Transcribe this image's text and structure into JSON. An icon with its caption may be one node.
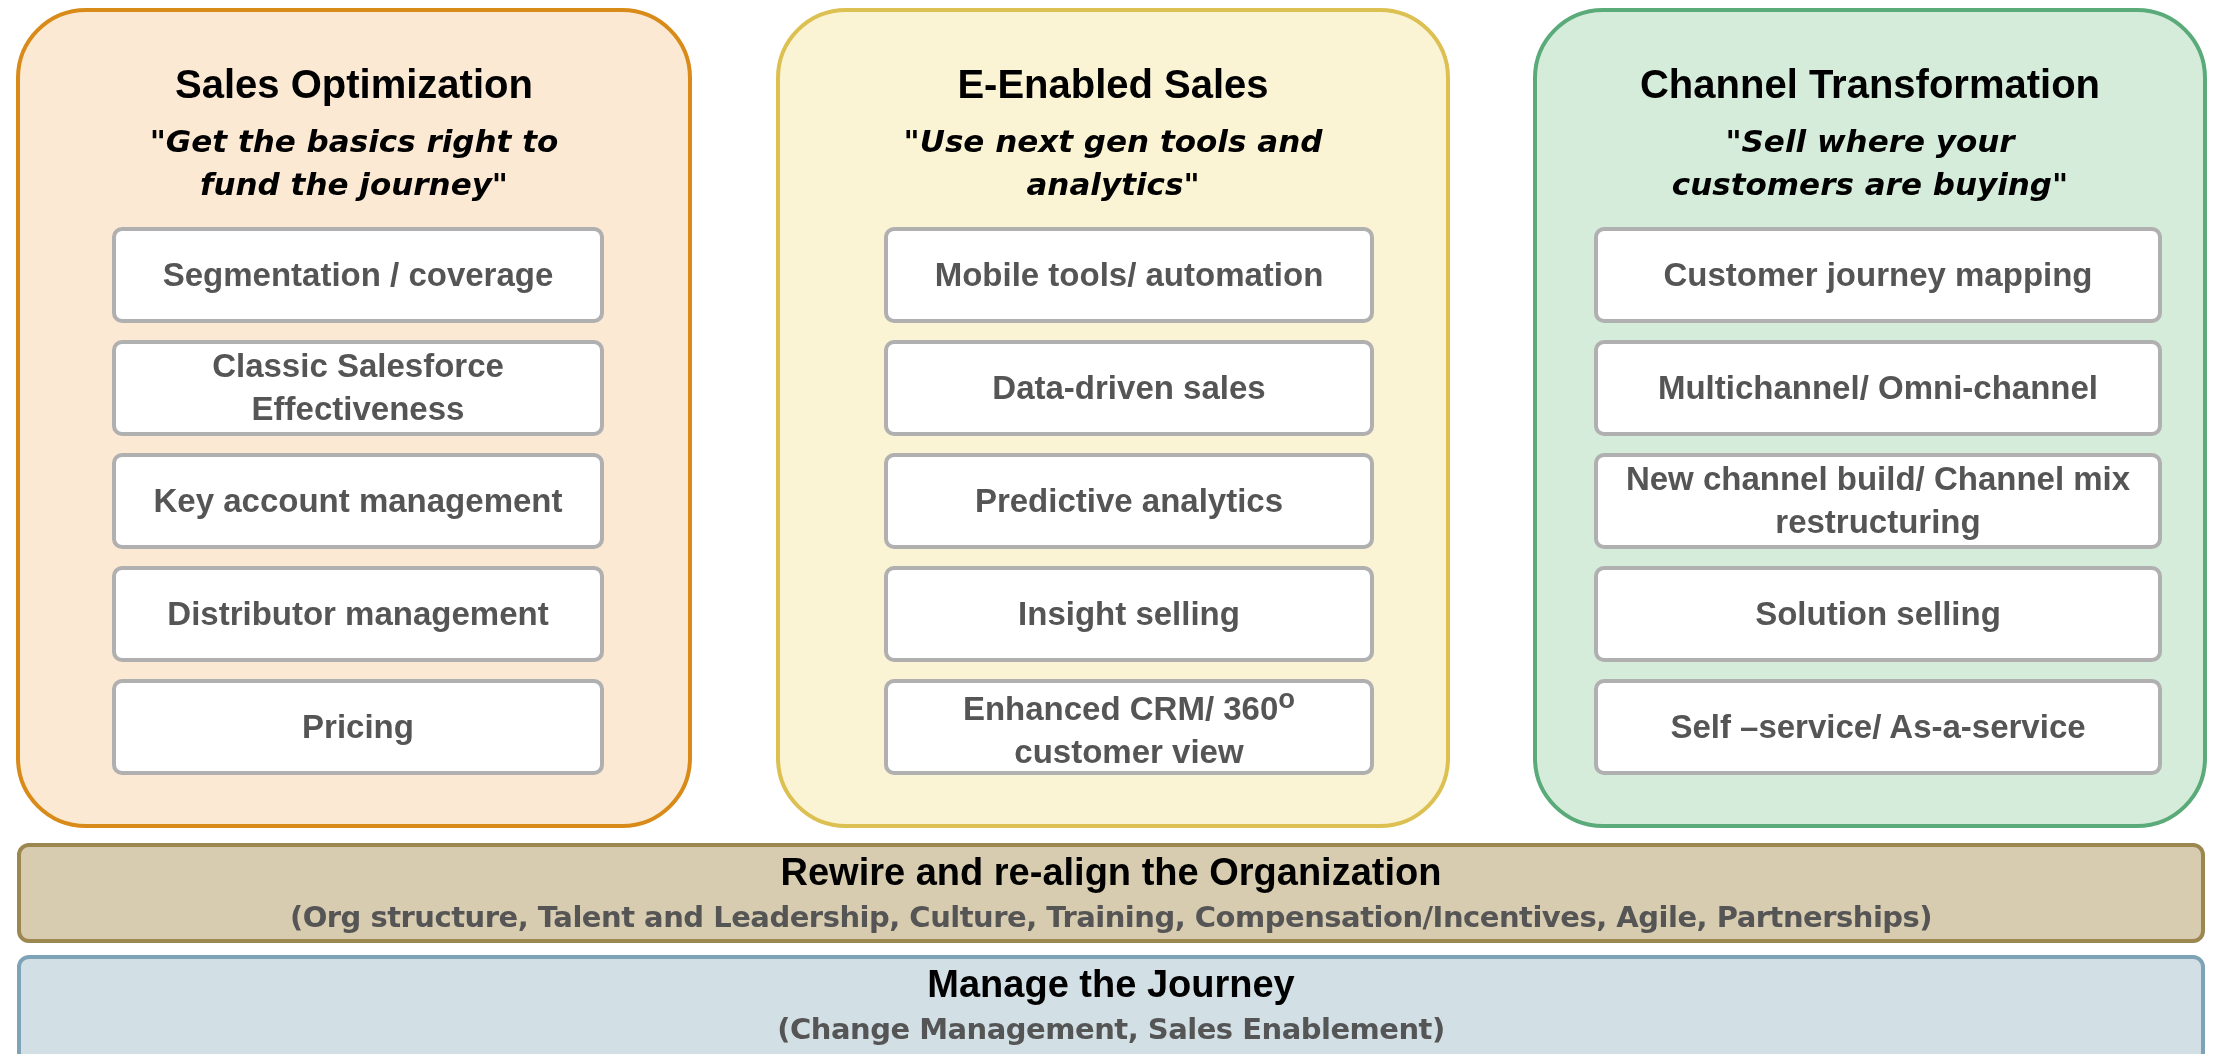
{
  "diagram": {
    "nodes": [
      {
        "text": [
          "Sales Optimization",
          "\"Get the basics right to fund the journey\""
        ]
      },
      {
        "text": [
          "Segmentation / coverage"
        ],
        "in": 0
      },
      {
        "text": [
          "Classic Salesforce Effectiveness"
        ],
        "in": 0
      },
      {
        "text": [
          "Key account management"
        ],
        "in": 0
      },
      {
        "text": [
          "Distributor management"
        ],
        "in": 0
      },
      {
        "text": [
          "Pricing"
        ],
        "in": 0
      },
      {
        "text": [
          "E-Enabled Sales",
          "\"Use next gen tools and analytics\""
        ]
      },
      {
        "text": [
          "Mobile tools/ automation"
        ],
        "in": 6
      },
      {
        "text": [
          "Data-driven sales"
        ],
        "in": 6
      },
      {
        "text": [
          "Predictive analytics"
        ],
        "in": 6
      },
      {
        "text": [
          "Insight selling"
        ],
        "in": 6
      },
      {
        "text": [
          "Enhanced CRM/ 360$^{o}$ customer view"
        ],
        "in": 6
      },
      {
        "text": [
          "Channel Transformation",
          "\"Sell where your customers are buying\""
        ]
      },
      {
        "text": [
          "Customer journey mapping"
        ],
        "in": 12
      },
      {
        "text": [
          "Multichannel/ Omni-channel"
        ],
        "in": 12
      },
      {
        "text": [
          "New channel build/ Channel mix restructuring"
        ],
        "in": 12
      },
      {
        "text": [
          "Solution selling"
        ],
        "in": 12
      },
      {
        "text": [
          "Self –service/ As-a-service"
        ],
        "in": 12
      },
      {
        "text": [
          "Rewire and re-align the Organization",
          "(Org structure, Talent and Leadership, Culture, Training, Compensation/Incentives, Agile, Partnerships)"
        ]
      },
      {
        "text": [
          "Manage the Journey",
          "(Change Management,  Sales Enablement)"
        ]
      }
    ]
  }
}
